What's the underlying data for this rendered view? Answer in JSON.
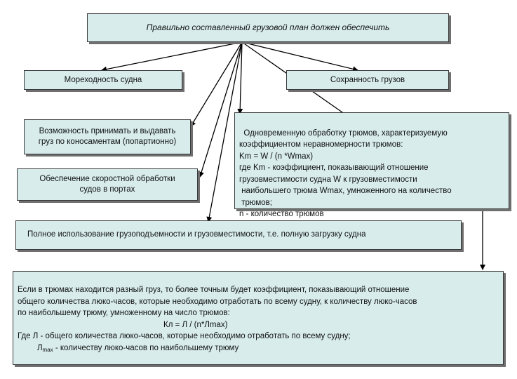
{
  "root": {
    "text": "Правильно составленный грузовой план должен обеспечить"
  },
  "seaworthiness": {
    "text": "Мореходность судна"
  },
  "cargo_safety": {
    "text": "Сохранность грузов"
  },
  "bill_of_lading": {
    "text": "Возможность принимать и выдавать\nгруз по коносаментам (попартионно)"
  },
  "fast_handling": {
    "text": "Обеспечение скоростной обработки\nсудов в портах"
  },
  "simultaneous_holds": {
    "text": "Одновременную обработку трюмов, характеризуемую\nкоэффициентом неравномерности трюмов:\nKm = W / (n *Wmax)\nгде Km - коэффициент, показывающий отношение\nгрузовместимости судна W к грузовместимости\n наибольшего трюма Wmax, умноженного на количество\n трюмов;\nn - количество трюмов"
  },
  "full_use": {
    "text": "Полное использование грузоподъемности и грузовместимости, т.е. полную загрузку судна"
  },
  "labor_coefficient": {
    "line1": "Если в трюмах находится разный груз, то более точным будет коэффициент, показывающий отношение",
    "line2": "общего количества люко-часов, которые необходимо отработать по всему судну, к количеству люко-часов",
    "line3": "по наибольшему трюму, умноженному на число трюмов:",
    "formula": "Кл = Л / (n*Лmax)",
    "line5": "Где Л - общего количества люко-часов, которые необходимо отработать по всему судну;",
    "line6_symbol": "Л",
    "line6_subscript": "max",
    "line6_rest": " - количеству люко-часов по наибольшему трюму"
  },
  "colors": {
    "box_fill": "#d8ecec",
    "border": "#3a3a3a",
    "shadow": "#6f6f6f",
    "arrow": "#000000"
  }
}
